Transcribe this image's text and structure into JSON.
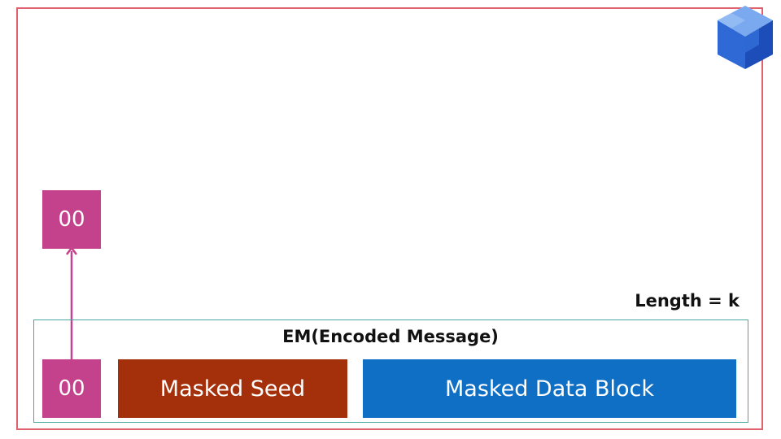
{
  "boxes": {
    "top_byte": "00",
    "bottom_byte": "00",
    "masked_seed": "Masked Seed",
    "masked_data_block": "Masked Data Block"
  },
  "labels": {
    "length": "Length = k",
    "em": "EM(Encoded Message)"
  },
  "colors": {
    "frame": "#e0606e",
    "container": "#4aa8a3",
    "byte": "#c4418c",
    "seed": "#a3300b",
    "data_block": "#0f6fc4",
    "arrow": "#c4418c"
  },
  "icons": {
    "logo": "blue-cube-icon",
    "arrow": "arrow-up-icon"
  }
}
